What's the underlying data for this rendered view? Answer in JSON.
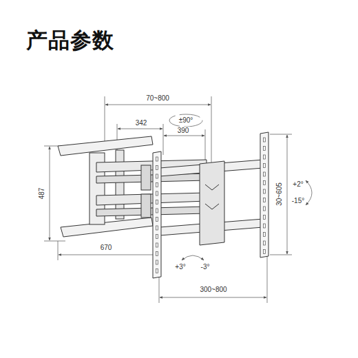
{
  "diagram": {
    "title": "产品参数",
    "labels": [
      "70~800",
      "±90°",
      "342",
      "390",
      "487",
      "670",
      "30~605",
      "+2°",
      "-15°",
      "+3°",
      "-3°",
      "300~800"
    ]
  }
}
